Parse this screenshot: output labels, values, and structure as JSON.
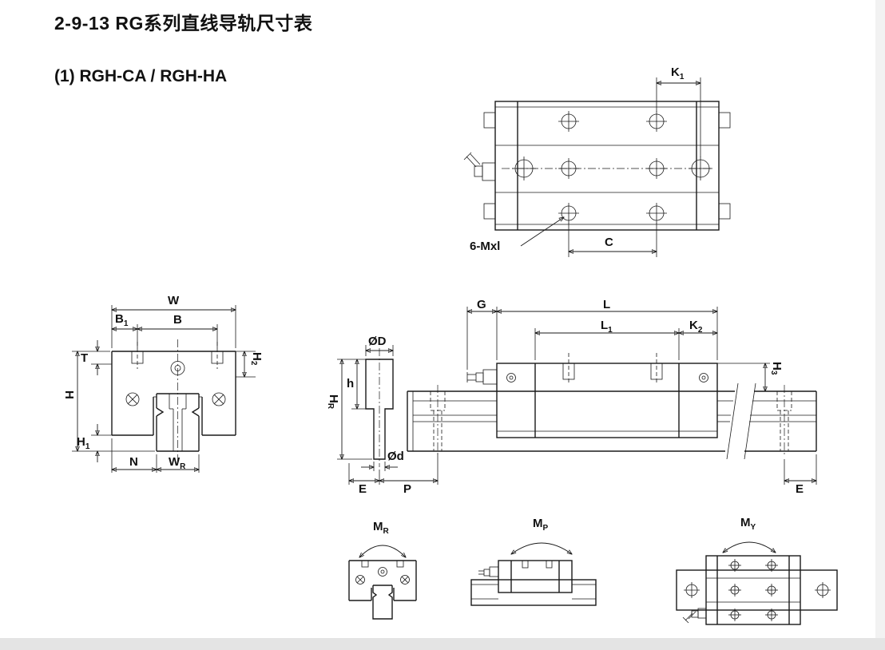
{
  "page": {
    "title": "2-9-13 RG系列直线导轨尺寸表",
    "section_heading": "(1) RGH-CA / RGH-HA"
  },
  "drawings": {
    "top_view": {
      "dim_k1": {
        "base": "K",
        "sub": "1"
      },
      "dim_c": "C",
      "hole_callout": "6-Mxl"
    },
    "front_view": {
      "dim_w": "W",
      "dim_b1": {
        "base": "B",
        "sub": "1"
      },
      "dim_b": "B",
      "dim_t": "T",
      "dim_h2": {
        "base": "H",
        "sub": "2"
      },
      "dim_h": "H",
      "dim_h1": {
        "base": "H",
        "sub": "1"
      },
      "dim_n": "N",
      "dim_wr": {
        "base": "W",
        "sub": "R"
      }
    },
    "rail_bolt_detail": {
      "dim_bore_dia": "ØD",
      "dim_bore_depth": "h",
      "dim_rail_height": {
        "base": "H",
        "sub": "R"
      },
      "dim_hole_dia": "Ød",
      "dim_e": "E",
      "dim_p": "P"
    },
    "side_view": {
      "dim_g": "G",
      "dim_l": "L",
      "dim_l1": {
        "base": "L",
        "sub": "1"
      },
      "dim_k2": {
        "base": "K",
        "sub": "2"
      },
      "dim_h3": {
        "base": "H",
        "sub": "3"
      },
      "dim_e": "E"
    },
    "moment_diagrams": {
      "roll": {
        "base": "M",
        "sub": "R"
      },
      "pitch": {
        "base": "M",
        "sub": "P"
      },
      "yaw": {
        "base": "M",
        "sub": "Y"
      }
    }
  }
}
